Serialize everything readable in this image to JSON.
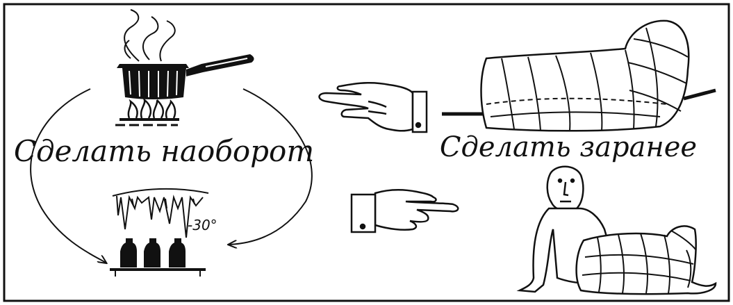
{
  "labels": {
    "do_reverse": "Сделать наоборот",
    "do_in_advance": "Сделать заранее",
    "temperature": "-30°"
  },
  "colors": {
    "ink": "#111111",
    "paper": "#ffffff"
  }
}
